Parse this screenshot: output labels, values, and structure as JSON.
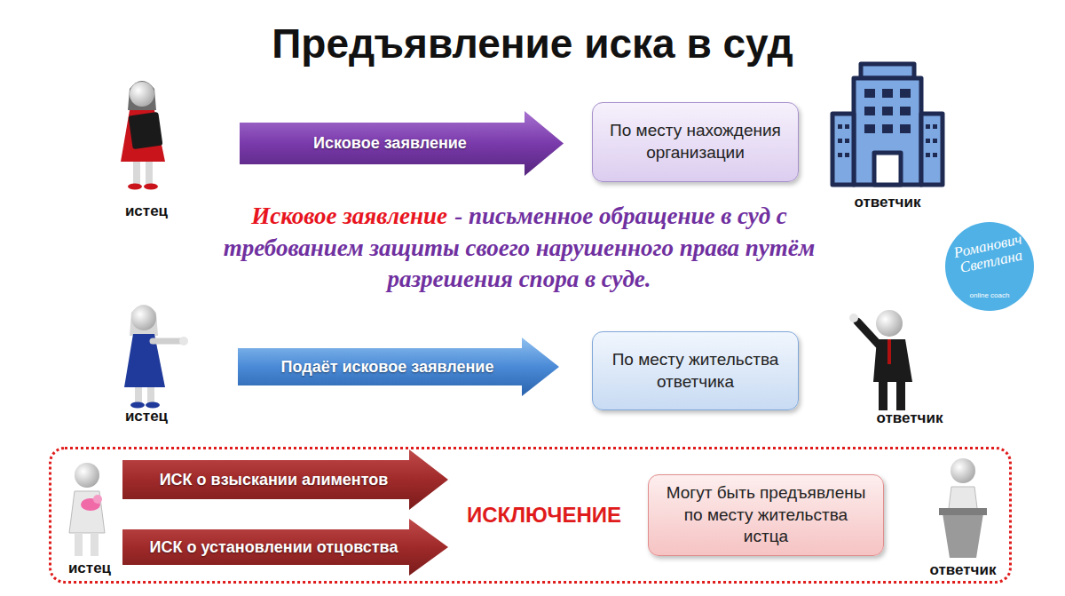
{
  "diagram": {
    "title": "Предъявление иска в суд",
    "nodes": [
      {
        "text": [
          "Исковое заявление"
        ]
      },
      {
        "text": [
          "По месту нахождения организации"
        ]
      },
      {
        "text": [
          "Подаёт исковое заявление"
        ]
      },
      {
        "text": [
          "По месту жительства ответчика"
        ]
      },
      {
        "text": [
          "ИСКЛЮЧЕНИЕ"
        ]
      },
      {
        "text": [
          "ИСК о взыскании алиментов"
        ],
        "in": 4
      },
      {
        "text": [
          "ИСК о установлении отцовства"
        ],
        "in": 4
      },
      {
        "text": [
          "Могут быть предъявлены по месту жительства истца"
        ],
        "in": 4
      }
    ],
    "labels": [
      "истец",
      "ответчик",
      "Исковое заявление",
      "- письменное обращение в суд с требованием защиты своего нарушенного права путём разрешения спора в суде.",
      "Романович Светлана",
      "online coach",
      "истец",
      "ответчик",
      "истец",
      "ответчик"
    ]
  }
}
